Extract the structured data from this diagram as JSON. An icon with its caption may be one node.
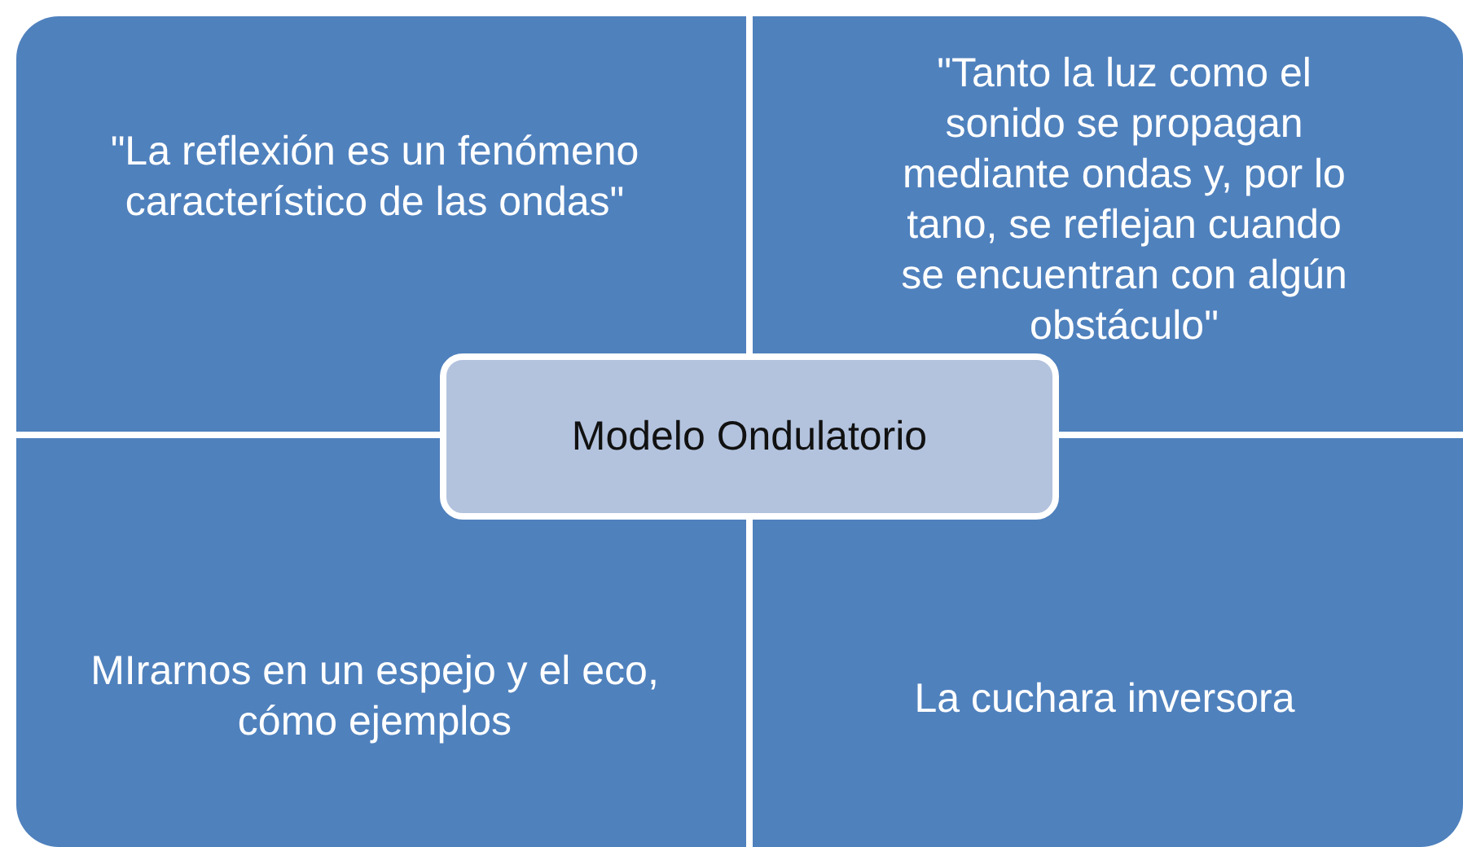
{
  "diagram": {
    "nodes": [
      {
        "text": [
          "\"La reflexión es un fenómeno característico de las ondas\""
        ]
      },
      {
        "text": [
          "\"Tanto la luz como el sonido se propagan mediante ondas y, por lo tano, se reflejan cuando se encuentran con algún obstáculo\""
        ]
      },
      {
        "text": [
          "Modelo Ondulatorio"
        ]
      },
      {
        "text": [
          "MIrarnos en un espejo y el eco, cómo ejemplos"
        ]
      },
      {
        "text": [
          "La cuchara inversora"
        ]
      }
    ]
  }
}
